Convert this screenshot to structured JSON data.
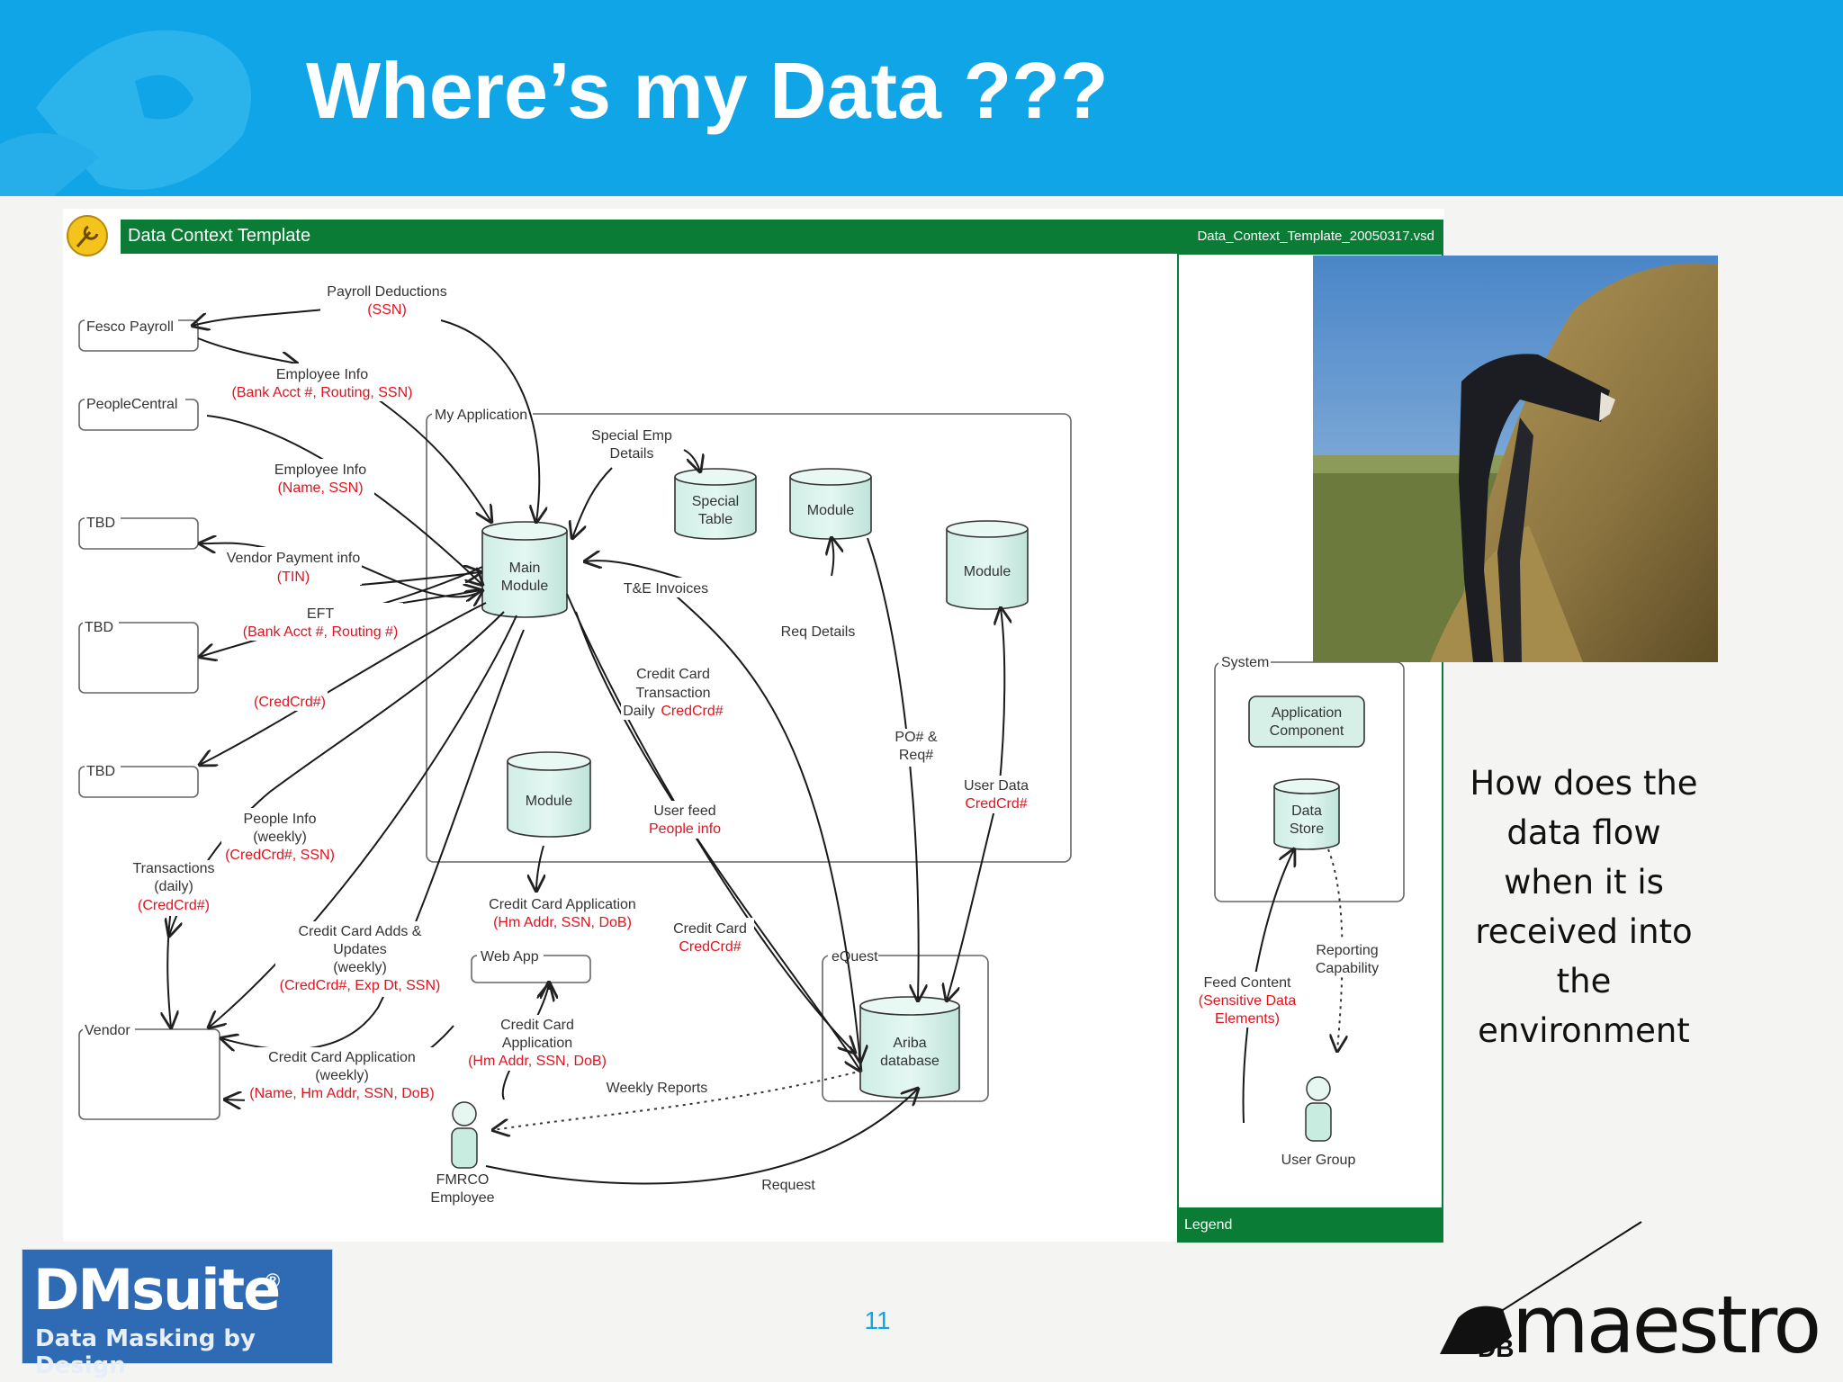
{
  "slide": {
    "title": "Where’s my Data ???",
    "question": "How does the data flow when it is received into the environment",
    "page_number": "11"
  },
  "diagram": {
    "header_title": "Data Context Template",
    "header_file": "Data_Context_Template_20050317.vsd",
    "systems": {
      "fesco": "Fesco Payroll",
      "peoplecentral": "PeopleCentral",
      "tbd1": "TBD",
      "tbd2": "TBD",
      "tbd3": "TBD",
      "vendor": "Vendor",
      "my_application": "My Application",
      "web_app": "Web App",
      "equest": "eQuest"
    },
    "stores": {
      "main_module_1": "Main",
      "main_module_2": "Module",
      "special_table_1": "Special",
      "special_table_2": "Table",
      "module_a": "Module",
      "module_b": "Module",
      "module_c": "Module",
      "ariba_1": "Ariba",
      "ariba_2": "database"
    },
    "people": {
      "fmrco_1": "FMRCO",
      "fmrco_2": "Employee"
    },
    "flows": {
      "payroll_ded": "Payroll Deductions",
      "payroll_ded_red": "(SSN)",
      "emp_info1": "Employee Info",
      "emp_info1_red": "(Bank Acct #, Routing, SSN)",
      "emp_info2": "Employee Info",
      "emp_info2_red": "(Name, SSN)",
      "vendor_pay": "Vendor Payment info",
      "vendor_pay_red": "(TIN)",
      "eft": "EFT",
      "eft_red": "(Bank Acct #, Routing #)",
      "credcrd": "(CredCrd#)",
      "people_info_1": "People Info",
      "people_info_2": "(weekly)",
      "people_info_red": "(CredCrd#, SSN)",
      "transactions_1": "Transactions",
      "transactions_2": "(daily)",
      "transactions_red": "(CredCrd#)",
      "special_emp_1": "Special Emp",
      "special_emp_2": "Details",
      "te_invoices": "T&E Invoices",
      "req_details": "Req Details",
      "cc_trans_1": "Credit Card",
      "cc_trans_2": "Transaction",
      "cc_trans_3": "Daily",
      "cc_trans_red": "CredCrd#",
      "po_req_1": "PO# &",
      "po_req_2": "Req#",
      "user_data": "User Data",
      "user_data_red": "CredCrd#",
      "user_feed": "User feed",
      "user_feed_red": "People info",
      "cc_app1": "Credit Card Application",
      "cc_app1_red": "(Hm Addr, SSN, DoB)",
      "cc_adds_1": "Credit Card Adds &",
      "cc_adds_2": "Updates",
      "cc_adds_3": "(weekly)",
      "cc_adds_red": "(CredCrd#, Exp Dt, SSN)",
      "cc_card_1": "Credit Card",
      "cc_card_red": "CredCrd#",
      "cc_app2_1": "Credit Card",
      "cc_app2_2": "Application",
      "cc_app2_red": "(Hm Addr, SSN, DoB)",
      "cc_app3_1": "Credit Card Application",
      "cc_app3_2": "(weekly)",
      "cc_app3_red": "(Name, Hm Addr, SSN, DoB)",
      "weekly_reports": "Weekly Reports",
      "request": "Request"
    },
    "legend": {
      "system": "System",
      "app_comp_1": "Application",
      "app_comp_2": "Component",
      "data_store_1": "Data",
      "data_store_2": "Store",
      "reporting_1": "Reporting",
      "reporting_2": "Capability",
      "feed_1": "Feed Content",
      "feed_red_1": "(Sensitive Data",
      "feed_red_2": "Elements)",
      "user_group": "User Group",
      "legend_label": "Legend"
    }
  },
  "logos": {
    "left_main": "DMsuite",
    "left_reg": "®",
    "left_sub": "Data Masking by Design",
    "right_db": "DB",
    "right_word": "maestro"
  }
}
